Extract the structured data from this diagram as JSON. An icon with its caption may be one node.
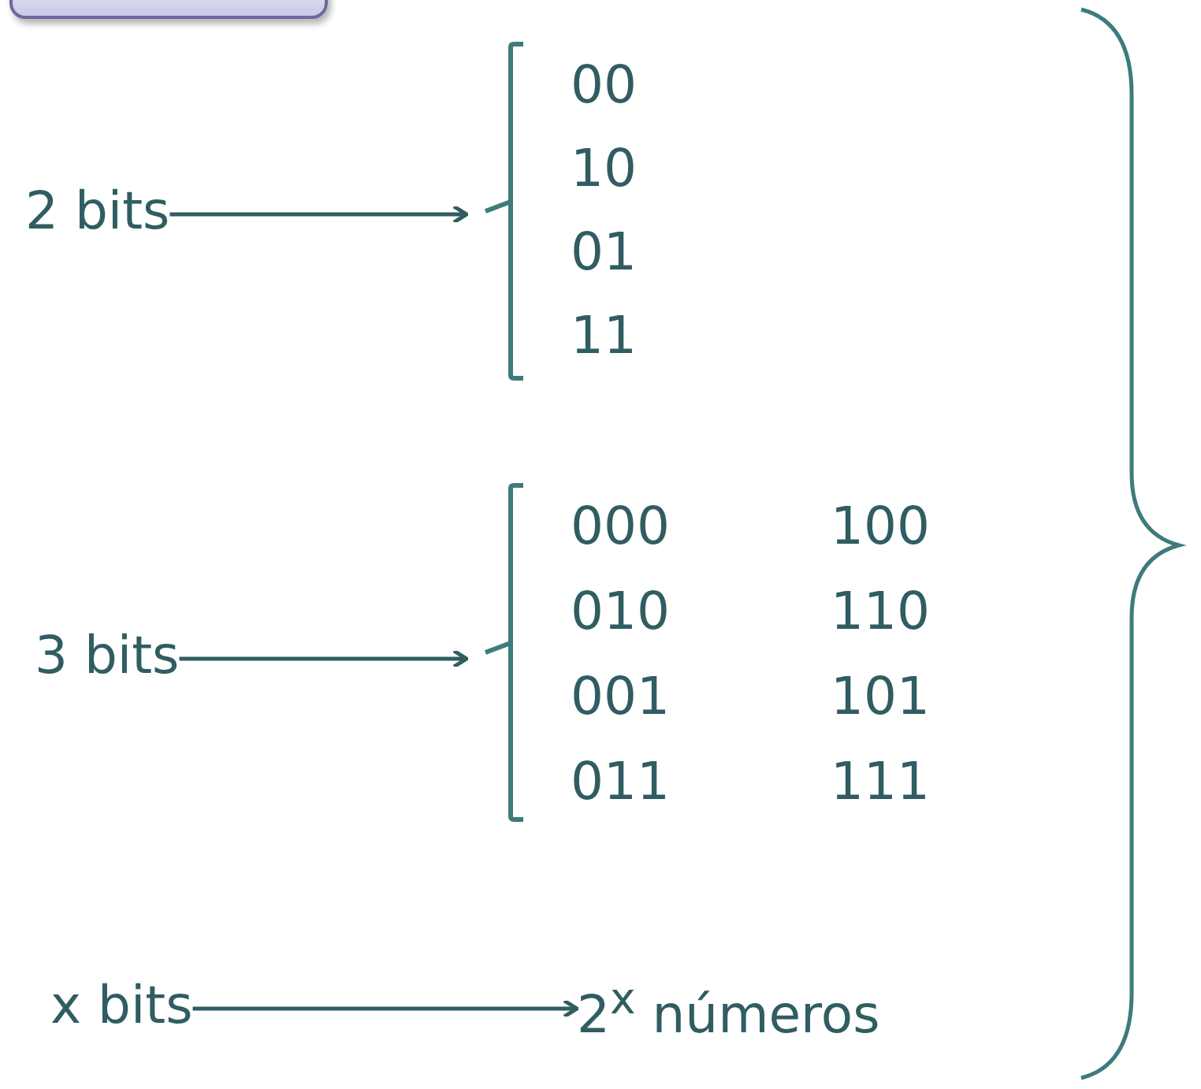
{
  "diagram": {
    "nodes": [
      {
        "text": [],
        "shape": "box"
      },
      {
        "text": [
          "2 bits"
        ]
      },
      {
        "text": [
          "00",
          "10",
          "01",
          "11"
        ]
      },
      {
        "text": [
          "3 bits"
        ]
      },
      {
        "text": [
          "000",
          "100",
          "010",
          "110",
          "001",
          "101",
          "011",
          "111"
        ]
      },
      {
        "text": [
          "x bits"
        ]
      },
      {
        "text": [
          "2$^{x}$ números"
        ]
      }
    ],
    "edges": [
      {
        "from": 1,
        "to": 2,
        "arrow": "to"
      },
      {
        "from": 3,
        "to": 4,
        "arrow": "to"
      },
      {
        "from": 5,
        "to": 6,
        "arrow": "to"
      }
    ]
  }
}
